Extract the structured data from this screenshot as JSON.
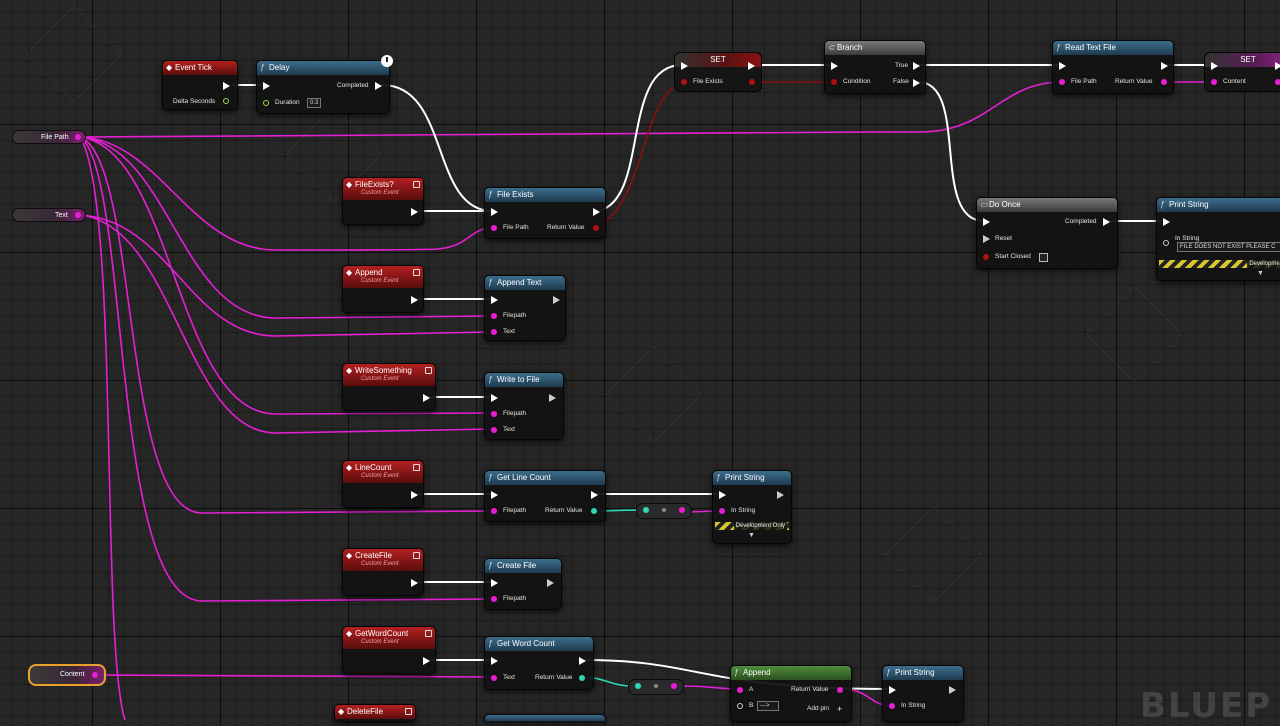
{
  "vars": {
    "file_path": "File Path",
    "text": "Text",
    "content": "Content"
  },
  "nodes": {
    "event_tick": {
      "title": "Event Tick",
      "delta": "Delta Seconds"
    },
    "delay": {
      "title": "Delay",
      "completed": "Completed",
      "duration": "Duration",
      "duration_value": "0.3"
    },
    "set1": {
      "title": "SET",
      "pin": "File Exists"
    },
    "branch": {
      "title": "Branch",
      "condition": "Condition",
      "true": "True",
      "false": "False"
    },
    "read_text": {
      "title": "Read Text File",
      "file_path": "File Path",
      "return": "Return Value"
    },
    "set2": {
      "title": "SET",
      "pin": "Content"
    },
    "ev_file_exists": {
      "title": "FileExists?",
      "sub": "Custom Event"
    },
    "file_exists": {
      "title": "File Exists",
      "file_path": "File Path",
      "return": "Return Value"
    },
    "do_once": {
      "title": "Do Once",
      "completed": "Completed",
      "reset": "Reset",
      "start_closed": "Start Closed"
    },
    "print1": {
      "title": "Print String",
      "in_string": "In String",
      "value": "FILE DOES NOT EXIST PLEASE C",
      "dev": "Development O"
    },
    "ev_append": {
      "title": "Append",
      "sub": "Custom Event"
    },
    "append_text": {
      "title": "Append Text",
      "filepath": "Filepath",
      "text": "Text"
    },
    "ev_write": {
      "title": "WriteSomething",
      "sub": "Custom Event"
    },
    "write_file": {
      "title": "Write to File",
      "filepath": "Filepath",
      "text": "Text"
    },
    "ev_linecount": {
      "title": "LineCount",
      "sub": "Custom Event"
    },
    "get_line": {
      "title": "Get Line Count",
      "filepath": "Filepath",
      "return": "Return Value"
    },
    "print2": {
      "title": "Print String",
      "in_string": "In String",
      "dev": "Development Only"
    },
    "ev_create": {
      "title": "CreateFile",
      "sub": "Custom Event"
    },
    "create_file": {
      "title": "Create File",
      "filepath": "Filepath"
    },
    "ev_wordcount": {
      "title": "GetWordCount",
      "sub": "Custom Event"
    },
    "get_word": {
      "title": "Get Word Count",
      "text": "Text",
      "return": "Return Value"
    },
    "append_str": {
      "title": "Append",
      "a": "A",
      "b": "B",
      "return": "Return Value",
      "add_pin": "Add pin"
    },
    "print3": {
      "title": "Print String",
      "in_string": "In String"
    },
    "ev_delete": {
      "title": "DeleteFile"
    }
  },
  "colors": {
    "string_wire": "#e61fd5",
    "exec_wire": "#ffffff",
    "bool_wire": "#8a0f0f",
    "int_wire": "#2fd7b4"
  }
}
